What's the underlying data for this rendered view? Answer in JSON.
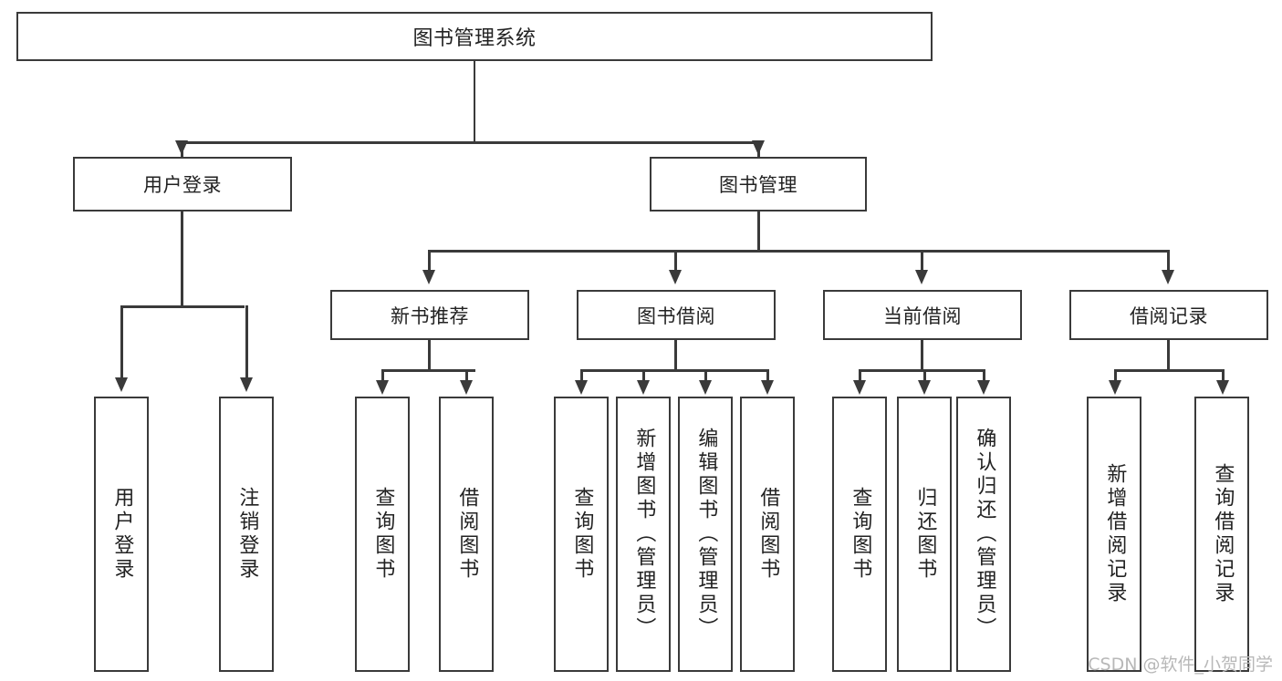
{
  "diagram": {
    "title": "图书管理系统",
    "type": "tree",
    "watermark": "CSDN @软件_小贺同学",
    "colors": {
      "background": "#ffffff",
      "box_border": "#3a3a3a",
      "box_fill": "#ffffff",
      "text": "#222222",
      "connector": "#3a3a3a",
      "watermark": "#b8b8b8"
    },
    "levels": {
      "root": {
        "label": "图书管理系统"
      },
      "level2": [
        {
          "label": "用户登录"
        },
        {
          "label": "图书管理"
        }
      ],
      "level3": [
        {
          "label": "新书推荐"
        },
        {
          "label": "图书借阅"
        },
        {
          "label": "当前借阅"
        },
        {
          "label": "借阅记录"
        }
      ],
      "leaves": {
        "user_login": [
          {
            "label": "用户登录"
          },
          {
            "label": "注销登录"
          }
        ],
        "new_book_recommend": [
          {
            "label": "查询图书"
          },
          {
            "label": "借阅图书"
          }
        ],
        "book_borrow": [
          {
            "label": "查询图书"
          },
          {
            "label": "新增图书（管理员）"
          },
          {
            "label": "编辑图书（管理员）"
          },
          {
            "label": "借阅图书"
          }
        ],
        "current_borrow": [
          {
            "label": "查询图书"
          },
          {
            "label": "归还图书"
          },
          {
            "label": "确认归还（管理员）"
          }
        ],
        "borrow_record": [
          {
            "label": "新增借阅记录"
          },
          {
            "label": "查询借阅记录"
          }
        ]
      }
    }
  }
}
